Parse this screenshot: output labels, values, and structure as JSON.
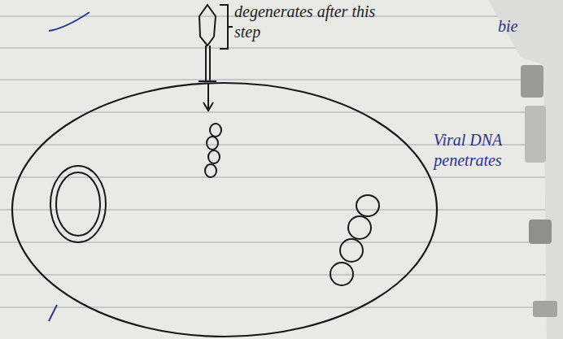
{
  "diagram": {
    "labels": [
      "degenerates after this step",
      "Viral DNA penetrates",
      "bie"
    ]
  }
}
